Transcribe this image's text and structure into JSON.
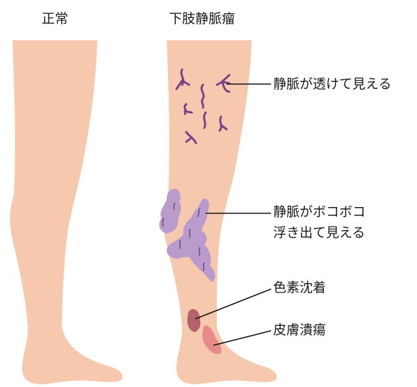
{
  "titles": {
    "normal": "正常",
    "varicose": "下肢静脈瘤"
  },
  "annotations": {
    "visible_veins": "静脈が透けて見える",
    "bulging_veins_line1": "静脈がボコボコ",
    "bulging_veins_line2": "浮き出て見える",
    "pigmentation": "色素沈着",
    "skin_ulcer": "皮膚潰瘍"
  },
  "colors": {
    "skin": "#f6c8ae",
    "spider_vein": "#7b3f8c",
    "varicose_vein": "#b99ccc",
    "pigmentation": "#b5636a",
    "ulcer": "#e98a8a",
    "leader_line": "#111111"
  }
}
